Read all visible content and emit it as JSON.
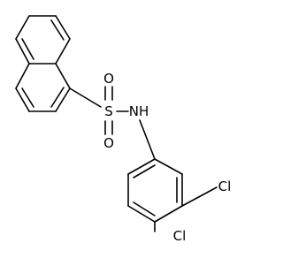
{
  "molecule": {
    "atoms": {
      "sulfur": "S",
      "oxygen_top": "O",
      "oxygen_bottom": "O",
      "amine": "NH",
      "chlorine_meta": "Cl",
      "chlorine_para": "Cl"
    },
    "colors": {
      "bond": "#000000",
      "label": "#000000",
      "background": "#ffffff"
    }
  }
}
